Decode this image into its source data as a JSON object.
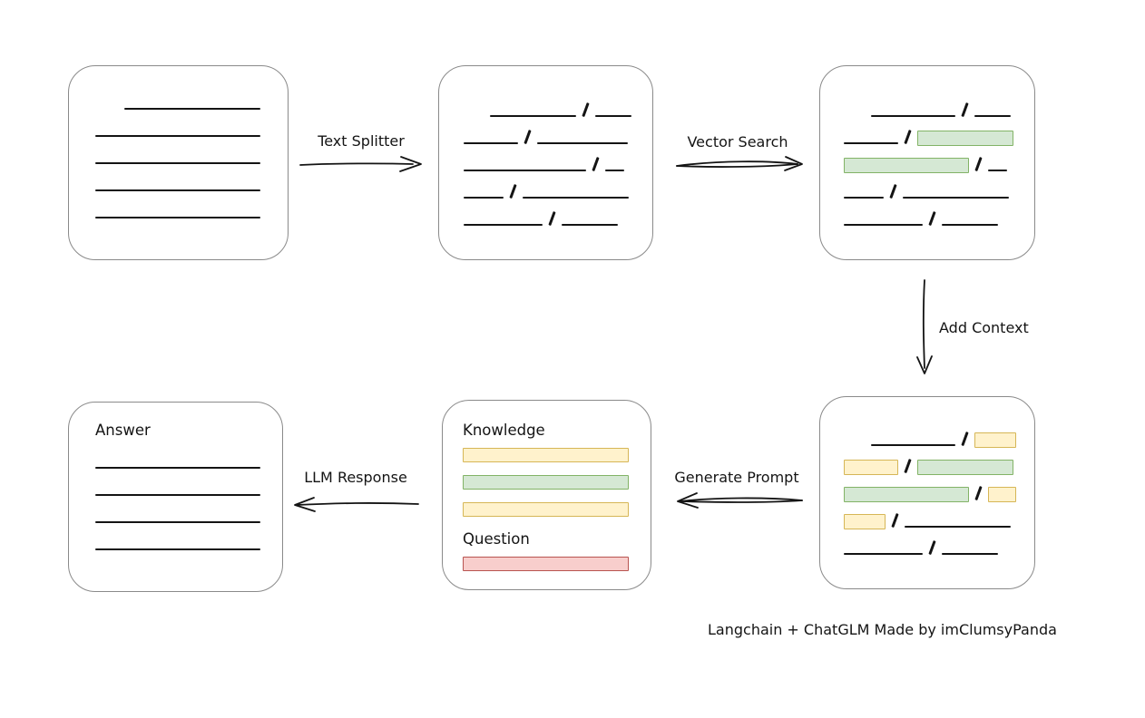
{
  "caption": {
    "text": "Langchain + ChatGLM Made by imClumsyPanda"
  },
  "colors": {
    "ink": "#141414",
    "node_border": "#8a8a8a",
    "green_fill": "#d5e8d4",
    "green_border": "#82b366",
    "yellow_fill": "#fff2cc",
    "yellow_border": "#d6b656",
    "red_fill": "#f8cecc",
    "red_border": "#b85450"
  },
  "arrows": {
    "text_splitter": {
      "label": "Text Splitter"
    },
    "vector_search": {
      "label": "Vector Search"
    },
    "add_context": {
      "label": "Add Context"
    },
    "generate_prompt": {
      "label": "Generate Prompt"
    },
    "llm_response": {
      "label": "LLM Response"
    }
  },
  "nodes": {
    "source_document": {
      "rows": [
        {
          "segments": [
            {
              "t": "space",
              "w": 32
            },
            {
              "t": "line",
              "w": 150
            }
          ]
        },
        {
          "segments": [
            {
              "t": "line",
              "w": 182
            }
          ]
        },
        {
          "segments": [
            {
              "t": "line",
              "w": 182
            }
          ]
        },
        {
          "segments": [
            {
              "t": "line",
              "w": 182
            }
          ]
        },
        {
          "segments": [
            {
              "t": "line",
              "w": 182
            }
          ]
        }
      ]
    },
    "split_text": {
      "rows": [
        {
          "segments": [
            {
              "t": "space",
              "w": 29
            },
            {
              "t": "line",
              "w": 95
            },
            {
              "t": "slash"
            },
            {
              "t": "line",
              "w": 40
            }
          ]
        },
        {
          "segments": [
            {
              "t": "line",
              "w": 60
            },
            {
              "t": "slash"
            },
            {
              "t": "line",
              "w": 100
            }
          ]
        },
        {
          "segments": [
            {
              "t": "line",
              "w": 135
            },
            {
              "t": "slash"
            },
            {
              "t": "line",
              "w": 21
            }
          ]
        },
        {
          "segments": [
            {
              "t": "line",
              "w": 44
            },
            {
              "t": "slash"
            },
            {
              "t": "line",
              "w": 117
            }
          ]
        },
        {
          "segments": [
            {
              "t": "line",
              "w": 87
            },
            {
              "t": "slash"
            },
            {
              "t": "line",
              "w": 62
            }
          ]
        }
      ]
    },
    "matched_chunks": {
      "rows": [
        {
          "segments": [
            {
              "t": "space",
              "w": 30
            },
            {
              "t": "line",
              "w": 93
            },
            {
              "t": "slash"
            },
            {
              "t": "line",
              "w": 40
            }
          ]
        },
        {
          "segments": [
            {
              "t": "line",
              "w": 60
            },
            {
              "t": "slash"
            },
            {
              "t": "green",
              "w": 106
            }
          ]
        },
        {
          "segments": [
            {
              "t": "green",
              "w": 138
            },
            {
              "t": "slash"
            },
            {
              "t": "line",
              "w": 21
            }
          ]
        },
        {
          "segments": [
            {
              "t": "line",
              "w": 44
            },
            {
              "t": "slash"
            },
            {
              "t": "line",
              "w": 117
            }
          ]
        },
        {
          "segments": [
            {
              "t": "line",
              "w": 87
            },
            {
              "t": "slash"
            },
            {
              "t": "line",
              "w": 62
            }
          ]
        }
      ]
    },
    "context_chunks": {
      "rows": [
        {
          "segments": [
            {
              "t": "space",
              "w": 30
            },
            {
              "t": "line",
              "w": 93
            },
            {
              "t": "slash"
            },
            {
              "t": "yellow",
              "w": 46
            }
          ]
        },
        {
          "segments": [
            {
              "t": "yellow",
              "w": 60
            },
            {
              "t": "slash"
            },
            {
              "t": "green",
              "w": 106
            }
          ]
        },
        {
          "segments": [
            {
              "t": "green",
              "w": 138
            },
            {
              "t": "slash"
            },
            {
              "t": "yellow",
              "w": 31
            }
          ]
        },
        {
          "segments": [
            {
              "t": "yellow",
              "w": 46
            },
            {
              "t": "slash"
            },
            {
              "t": "line",
              "w": 117
            }
          ]
        },
        {
          "segments": [
            {
              "t": "line",
              "w": 87
            },
            {
              "t": "slash"
            },
            {
              "t": "line",
              "w": 62
            }
          ]
        }
      ]
    },
    "prompt": {
      "rows": [
        {
          "label": "Knowledge"
        },
        {
          "segments": [
            {
              "t": "yellow",
              "w": 183
            }
          ]
        },
        {
          "segments": [
            {
              "t": "green",
              "w": 183
            }
          ]
        },
        {
          "segments": [
            {
              "t": "yellow",
              "w": 183
            }
          ]
        },
        {
          "label": "Question"
        },
        {
          "segments": [
            {
              "t": "red",
              "w": 183
            }
          ]
        }
      ]
    },
    "answer": {
      "rows": [
        {
          "label": "Answer"
        },
        {
          "segments": [
            {
              "t": "line",
              "w": 182
            }
          ]
        },
        {
          "segments": [
            {
              "t": "line",
              "w": 182
            }
          ]
        },
        {
          "segments": [
            {
              "t": "line",
              "w": 182
            }
          ]
        },
        {
          "segments": [
            {
              "t": "line",
              "w": 182
            }
          ]
        }
      ]
    }
  }
}
